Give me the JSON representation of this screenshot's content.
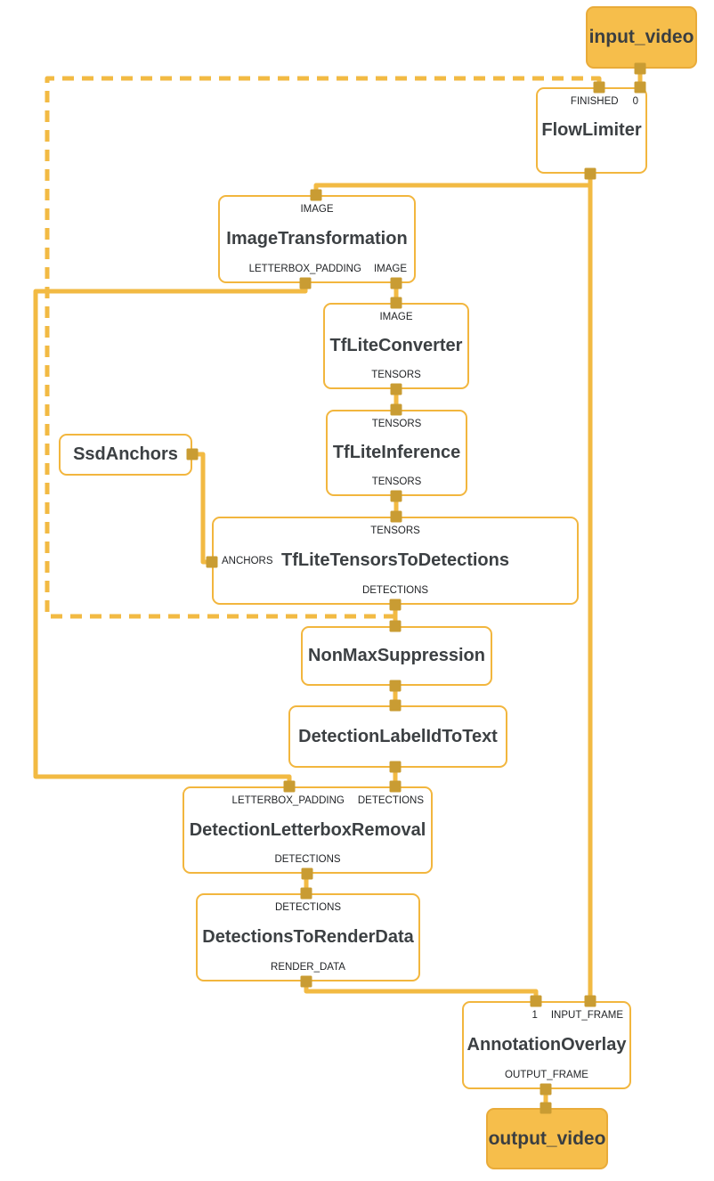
{
  "colors": {
    "edge": "#f2ba43",
    "port_marker": "#c99c33",
    "node_border": "#f2b63e",
    "io_fill": "#f6be4b",
    "io_border": "#e9ab39",
    "title_text": "#3c4043",
    "port_label_text": "#1f2124"
  },
  "nodes": {
    "input_video": {
      "label": "input_video"
    },
    "flow_limiter": {
      "title": "FlowLimiter",
      "port_finished": "FINISHED",
      "port_zero": "0"
    },
    "image_transformation": {
      "title": "ImageTransformation",
      "port_in_image": "IMAGE",
      "port_out_letterbox": "LETTERBOX_PADDING",
      "port_out_image": "IMAGE"
    },
    "tflite_converter": {
      "title": "TfLiteConverter",
      "port_in": "IMAGE",
      "port_out": "TENSORS"
    },
    "tflite_inference": {
      "title": "TfLiteInference",
      "port_in": "TENSORS",
      "port_out": "TENSORS"
    },
    "ssd_anchors": {
      "title": "SsdAnchors"
    },
    "tflite_tensors_to_detections": {
      "title": "TfLiteTensorsToDetections",
      "port_in_tensors": "TENSORS",
      "port_in_anchors": "ANCHORS",
      "port_out": "DETECTIONS"
    },
    "non_max_suppression": {
      "title": "NonMaxSuppression"
    },
    "detection_label_id_to_text": {
      "title": "DetectionLabelIdToText"
    },
    "detection_letterbox_removal": {
      "title": "DetectionLetterboxRemoval",
      "port_in_letterbox": "LETTERBOX_PADDING",
      "port_in_detections": "DETECTIONS",
      "port_out": "DETECTIONS"
    },
    "detections_to_render_data": {
      "title": "DetectionsToRenderData",
      "port_in": "DETECTIONS",
      "port_out": "RENDER_DATA"
    },
    "annotation_overlay": {
      "title": "AnnotationOverlay",
      "port_in_one": "1",
      "port_in_frame": "INPUT_FRAME",
      "port_out": "OUTPUT_FRAME"
    },
    "output_video": {
      "label": "output_video"
    }
  },
  "edges": [
    {
      "from": "input_video",
      "to": "FlowLimiter:0",
      "style": "solid"
    },
    {
      "from": "FlowLimiter",
      "to": "ImageTransformation:IMAGE",
      "style": "solid"
    },
    {
      "from": "FlowLimiter",
      "to": "AnnotationOverlay:INPUT_FRAME",
      "style": "solid"
    },
    {
      "from": "ImageTransformation:IMAGE",
      "to": "TfLiteConverter:IMAGE",
      "style": "solid"
    },
    {
      "from": "ImageTransformation:LETTERBOX_PADDING",
      "to": "DetectionLetterboxRemoval:LETTERBOX_PADDING",
      "style": "solid"
    },
    {
      "from": "TfLiteConverter:TENSORS",
      "to": "TfLiteInference:TENSORS",
      "style": "solid"
    },
    {
      "from": "TfLiteInference:TENSORS",
      "to": "TfLiteTensorsToDetections:TENSORS",
      "style": "solid"
    },
    {
      "from": "SsdAnchors",
      "to": "TfLiteTensorsToDetections:ANCHORS",
      "style": "solid"
    },
    {
      "from": "TfLiteTensorsToDetections:DETECTIONS",
      "to": "NonMaxSuppression",
      "style": "solid"
    },
    {
      "from": "TfLiteTensorsToDetections:DETECTIONS",
      "to": "FlowLimiter:FINISHED",
      "style": "dashed"
    },
    {
      "from": "NonMaxSuppression",
      "to": "DetectionLabelIdToText",
      "style": "solid"
    },
    {
      "from": "DetectionLabelIdToText",
      "to": "DetectionLetterboxRemoval:DETECTIONS",
      "style": "solid"
    },
    {
      "from": "DetectionLetterboxRemoval:DETECTIONS",
      "to": "DetectionsToRenderData:DETECTIONS",
      "style": "solid"
    },
    {
      "from": "DetectionsToRenderData:RENDER_DATA",
      "to": "AnnotationOverlay:1",
      "style": "solid"
    },
    {
      "from": "AnnotationOverlay:OUTPUT_FRAME",
      "to": "output_video",
      "style": "solid"
    }
  ]
}
